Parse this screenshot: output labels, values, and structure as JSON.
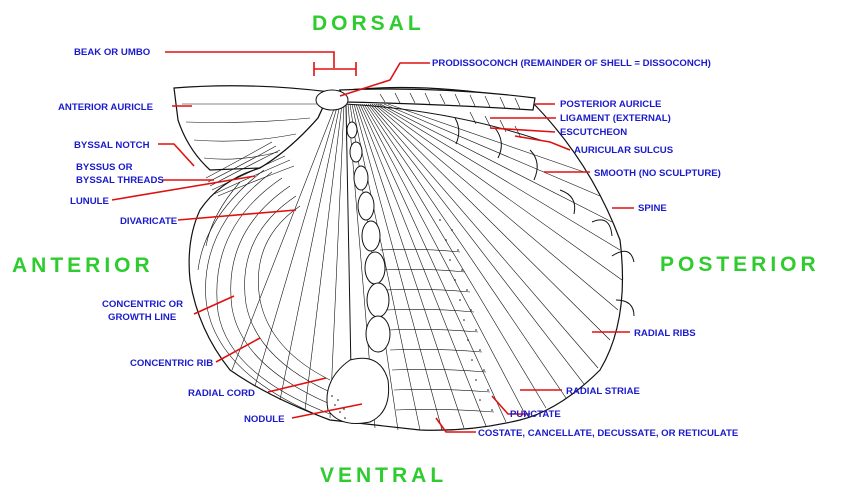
{
  "orientation": {
    "dorsal": "DORSAL",
    "ventral": "VENTRAL",
    "anterior": "ANTERIOR",
    "posterior": "POSTERIOR"
  },
  "labels": {
    "beak": "BEAK OR UMBO",
    "anterior_auricle": "ANTERIOR AURICLE",
    "byssal_notch": "BYSSAL NOTCH",
    "byssus_1": "BYSSUS OR",
    "byssus_2": "BYSSAL THREADS",
    "lunule": "LUNULE",
    "divaricate": "DIVARICATE",
    "concentric_growth_1": "CONCENTRIC OR",
    "concentric_growth_2": "GROWTH LINE",
    "concentric_rib": "CONCENTRIC RIB",
    "radial_cord": "RADIAL CORD",
    "nodule": "NODULE",
    "prodissoconch": "PRODISSOCONCH (REMAINDER OF SHELL = DISSOCONCH)",
    "posterior_auricle": "POSTERIOR AURICLE",
    "ligament": "LIGAMENT (EXTERNAL)",
    "escutcheon": "ESCUTCHEON",
    "auricular_sulcus": "AURICULAR SULCUS",
    "smooth": "SMOOTH (NO SCULPTURE)",
    "spine": "SPINE",
    "radial_ribs": "RADIAL RIBS",
    "radial_striae": "RADIAL STRIAE",
    "punctate": "PUNCTATE",
    "costate": "COSTATE, CANCELLATE, DECUSSATE, OR RETICULATE"
  },
  "colors": {
    "orientation_text": "#2ecc2e",
    "label_text": "#1a1acc",
    "leader_line": "#e01010",
    "drawing": "#111111"
  }
}
